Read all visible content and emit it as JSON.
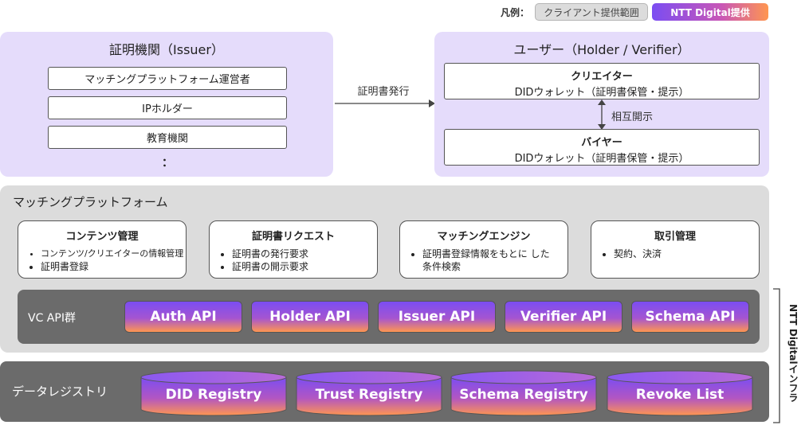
{
  "legend": {
    "label": "凡例：",
    "client_scope": "クライアント提供範囲",
    "ntt_provided": "NTT Digital提供"
  },
  "issuer": {
    "title": "証明機関（Issuer）",
    "items": [
      "マッチングプラットフォーム運営者",
      "IPホルダー",
      "教育機関"
    ],
    "ellipsis": "："
  },
  "issue_arrow_label": "証明書発行",
  "user": {
    "title": "ユーザー（Holder / Verifier）",
    "creator": {
      "title": "クリエイター",
      "sub": "DIDウォレット（証明書保管・提示）"
    },
    "mutual_label": "相互開示",
    "buyer": {
      "title": "バイヤー",
      "sub": "DIDウォレット（証明書保管・提示）"
    }
  },
  "platform": {
    "title": "マッチングプラットフォーム",
    "features": [
      {
        "title": "コンテンツ管理",
        "bullets": [
          "コンテンツ/クリエイターの情報管理",
          "証明書登録"
        ]
      },
      {
        "title": "証明書リクエスト",
        "bullets": [
          "証明書の発行要求",
          "証明書の開示要求"
        ]
      },
      {
        "title": "マッチングエンジン",
        "bullets": [
          "証明書登録情報をもとに した条件検索"
        ]
      },
      {
        "title": "取引管理",
        "bullets": [
          "契約、決済"
        ]
      }
    ],
    "api_group_label": "VC API群",
    "apis": [
      "Auth API",
      "Holder API",
      "Issuer API",
      "Verifier API",
      "Schema API"
    ]
  },
  "registry": {
    "label": "データレジストリ",
    "items": [
      "DID Registry",
      "Trust Registry",
      "Schema Registry",
      "Revoke List"
    ]
  },
  "infra_label": "NTT Digitalインフラ",
  "colors": {
    "purple_panel": "#e5dcfb",
    "gray_panel": "#dcdcdc",
    "dark_bar": "#6b6b6b",
    "gradient_start": "#7b4df2",
    "gradient_end": "#ff9650"
  }
}
